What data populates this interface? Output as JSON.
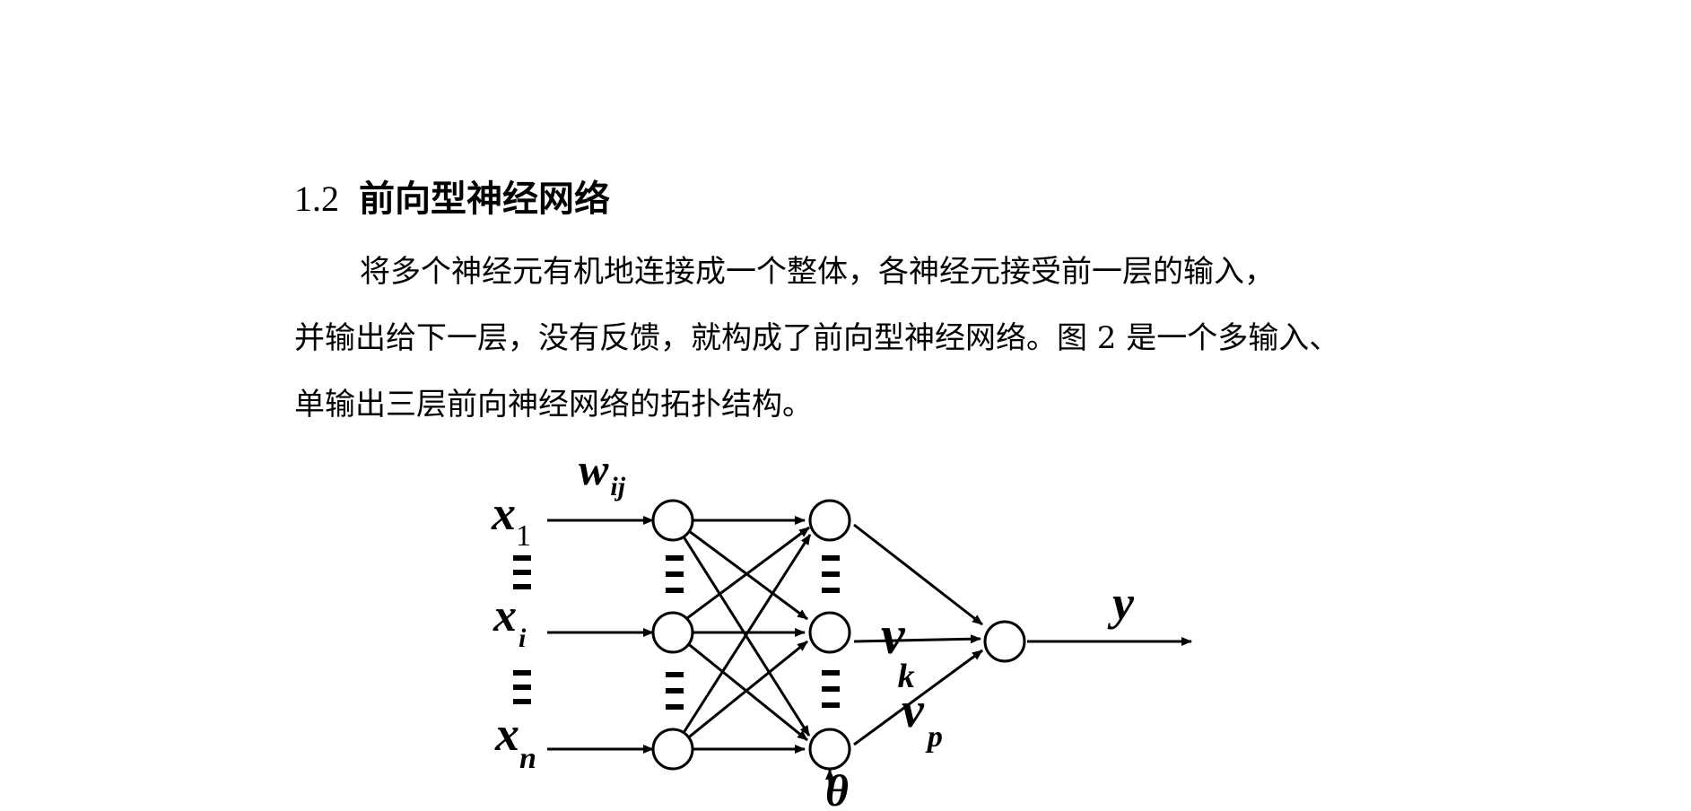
{
  "section": {
    "number": "1.2",
    "title": "前向型神经网络"
  },
  "paragraph": {
    "lines": [
      "将多个神经元有机地连接成一个整体，各神经元接受前一层的输入，",
      "并输出给下一层，没有反馈，就构成了前向型神经网络。图 2 是一个多输入、",
      "单输出三层前向神经网络的拓扑结构。"
    ]
  },
  "figure": {
    "inputs": {
      "x1": {
        "base": "x",
        "sub": "1"
      },
      "xi": {
        "base": "x",
        "sub": "i"
      },
      "xn": {
        "base": "x",
        "sub": "n"
      }
    },
    "weights": {
      "wij": {
        "base": "w",
        "sub": "ij"
      },
      "vk": {
        "base": "v",
        "sub": "k"
      },
      "vp": {
        "base": "v",
        "sub": "p"
      }
    },
    "threshold": "θ",
    "output": "y"
  }
}
